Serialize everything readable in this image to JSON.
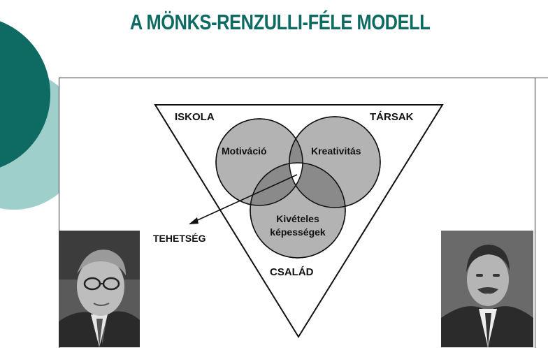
{
  "slide": {
    "title": "A MÖNKS-RENZULLI-FÉLE MODELL"
  },
  "diagram": {
    "corners": {
      "top_left": "ISKOLA",
      "top_right": "TÁRSAK",
      "bottom": "CSALÁD"
    },
    "circles": {
      "motivation": "Motiváció",
      "creativity": "Kreativitás",
      "ability_line1": "Kivételes",
      "ability_line2": "képességek"
    },
    "pointer_label": "TEHETSÉG"
  },
  "colors": {
    "title": "#0e6b63",
    "deco_dark": "#0e6b63",
    "deco_light": "#9fcfcb",
    "circle_fill": "#b3b3b3",
    "overlap_fill": "#8a8a8a",
    "center_fill": "#ffffff"
  }
}
